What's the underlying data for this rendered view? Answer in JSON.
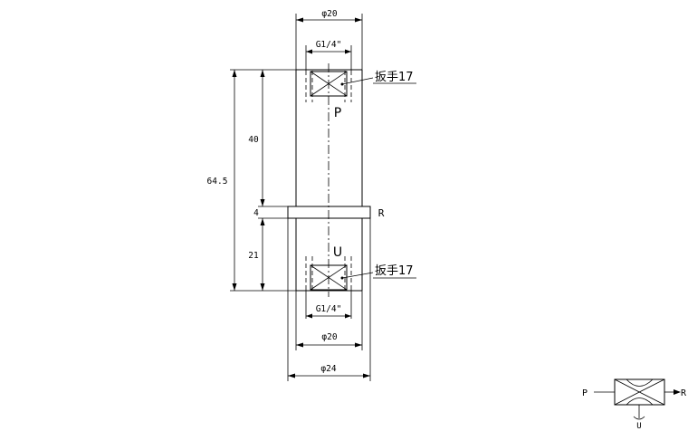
{
  "dimensions": {
    "top_diameter": "φ20",
    "top_thread": "G1/4\"",
    "total_length": "64.5",
    "upper_length": "40",
    "flange_thickness": "4",
    "lower_length": "21",
    "bottom_thread": "G1/4\"",
    "bottom_diameter": "φ20",
    "flange_diameter": "φ24"
  },
  "labels": {
    "wrench_top": "扳手17",
    "wrench_bottom": "扳手17",
    "port_p": "P",
    "port_u": "U",
    "port_r": "R"
  },
  "symbol": {
    "p": "P",
    "r": "R",
    "u": "U"
  }
}
